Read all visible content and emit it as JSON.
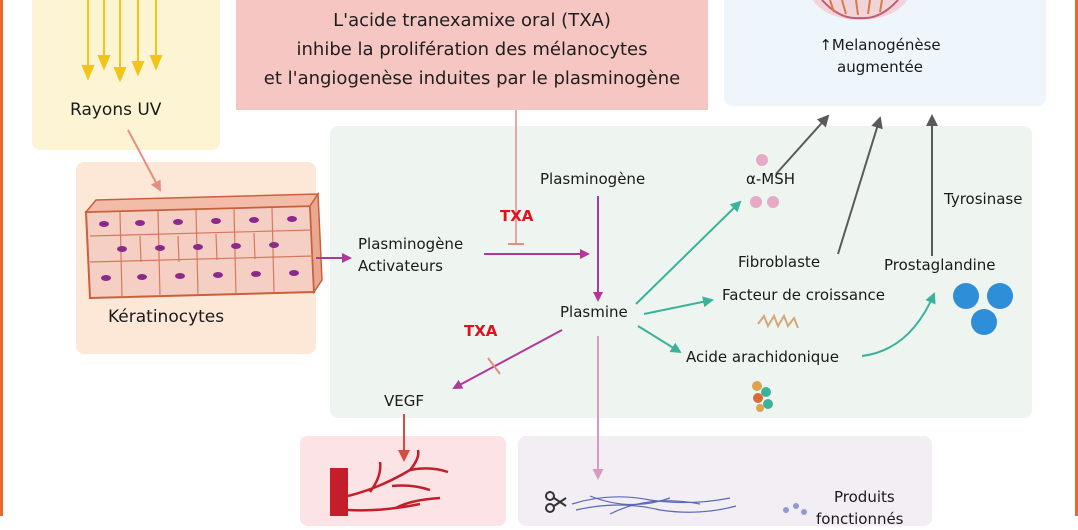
{
  "top_box": {
    "line1": "L'acide tranexamixe oral (TXA)",
    "line2": "inhibe la prolifération des mélanocytes",
    "line3": "et l'angiogenèse induites par le plasminogène"
  },
  "uv": {
    "label": "Rayons UV"
  },
  "melanogenese": {
    "line1": "↑Melanogénèse",
    "line2": "augmentée"
  },
  "keratinocytes": {
    "label": "Kératinocytes"
  },
  "nodes": {
    "plasminogene_top": "Plasminogène",
    "activateurs_line1": "Plasminogène",
    "activateurs_line2": "Activateurs",
    "txa_top": "TXA",
    "txa_left": "TXA",
    "plasmine": "Plasmine",
    "alpha_msh": "α-MSH",
    "fibroblaste": "Fibroblaste",
    "tyrosinase": "Tyrosinase",
    "prostaglandine": "Prostaglandine",
    "facteur": "Facteur de croissance",
    "acide": "Acide arachidonique",
    "vegf": "VEGF",
    "produits_line1": "Produits",
    "produits_line2": "fonctionnés"
  },
  "colors": {
    "frame_border": "#e8692a",
    "top_box_bg": "#f5c6c2",
    "uv_bg": "#fdf4d4",
    "melano_bg": "#eef6fb",
    "kerat_bg": "#fde8d8",
    "center_bg": "#eef5f1",
    "vessel_bg": "#fbe3e6",
    "bottom_bg": "#f3eef3",
    "magenta_arrow": "#b0389a",
    "teal_arrow": "#3ab39a",
    "gray_arrow": "#5a5a5a",
    "salmon_arrow": "#e39083",
    "txa_red": "#e0101e"
  }
}
